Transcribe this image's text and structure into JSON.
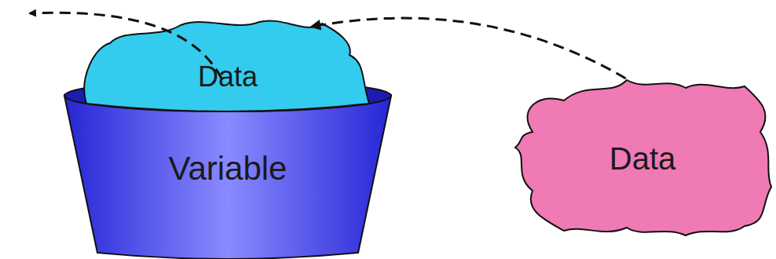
{
  "diagram": {
    "nodes": [
      {
        "text": [
          "Variable"
        ]
      },
      {
        "text": [
          "Data"
        ]
      },
      {
        "text": [
          "Data"
        ]
      }
    ],
    "edges": [
      {
        "from": 2,
        "to": 1,
        "arrow": "to"
      }
    ]
  }
}
